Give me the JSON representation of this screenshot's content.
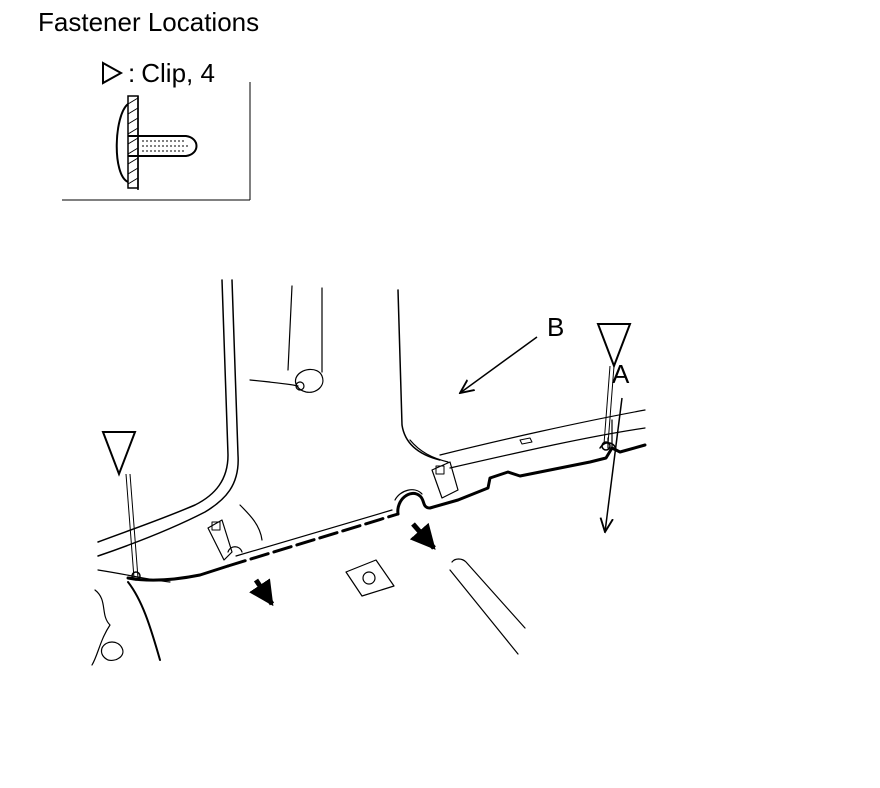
{
  "title": "Fastener Locations",
  "legend": {
    "icon": "clip-triangle-icon",
    "separator": ":",
    "text": "Clip, 4"
  },
  "callouts": {
    "a": "A",
    "b": "B"
  }
}
